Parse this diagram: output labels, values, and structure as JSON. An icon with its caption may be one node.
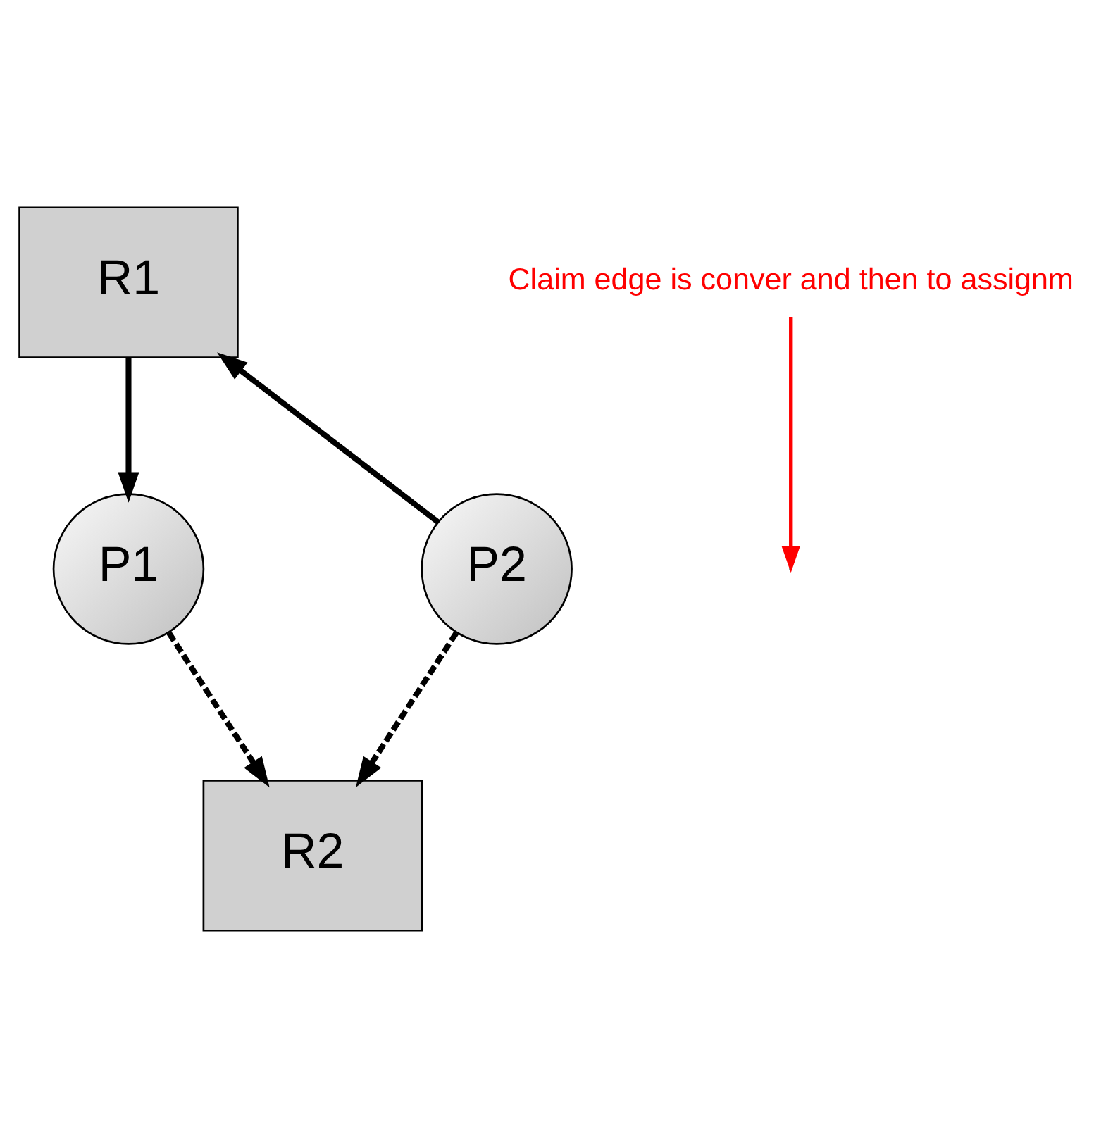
{
  "diagram": {
    "nodes": [
      {
        "text": [
          "R1"
        ]
      },
      {
        "text": [
          "P1"
        ]
      },
      {
        "text": [
          "P2"
        ]
      },
      {
        "text": [
          "R2"
        ]
      },
      {
        "text": [
          "Claim edge is conver and then to assignm"
        ]
      }
    ],
    "edges": [
      {
        "from": 0,
        "to": 1,
        "arrow": "to"
      },
      {
        "from": 2,
        "to": 0,
        "arrow": "to"
      },
      {
        "from": 1,
        "to": 3,
        "arrow": "to",
        "style": "dashed"
      },
      {
        "from": 2,
        "to": 3,
        "arrow": "to",
        "style": "dashed"
      },
      {
        "from": 4,
        "to": null,
        "arrow": "to",
        "color": "#ff0000"
      }
    ]
  }
}
